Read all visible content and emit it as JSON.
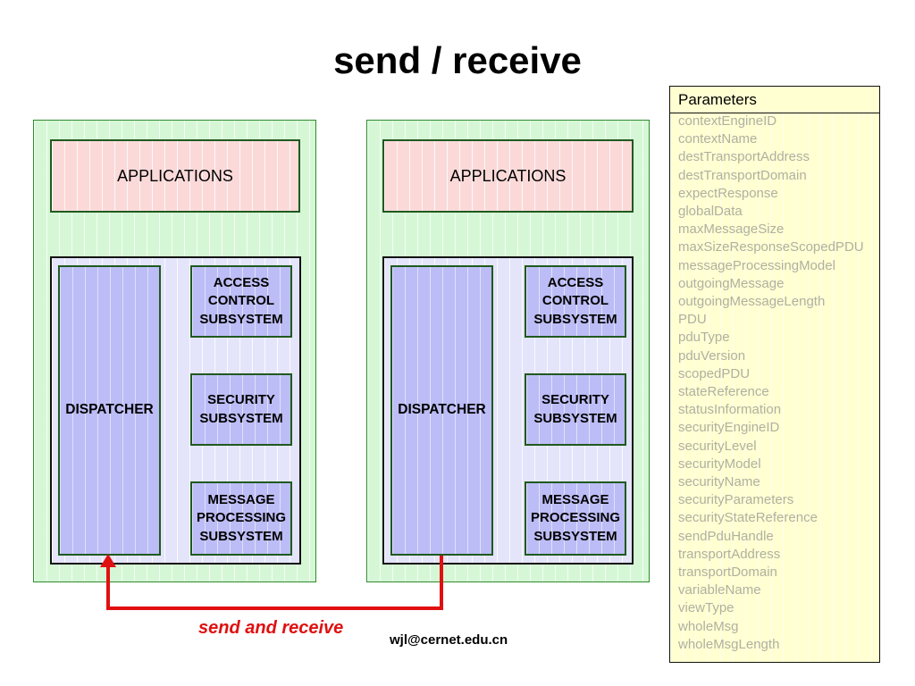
{
  "title": "send / receive",
  "engines": [
    {
      "applications": "APPLICATIONS",
      "dispatcher": "DISPATCHER",
      "access_control": "ACCESS\nCONTROL\nSUBSYSTEM",
      "security": "SECURITY\nSUBSYSTEM",
      "message_processing": "MESSAGE\nPROCESSING\nSUBSYSTEM"
    },
    {
      "applications": "APPLICATIONS",
      "dispatcher": "DISPATCHER",
      "access_control": "ACCESS\nCONTROL\nSUBSYSTEM",
      "security": "SECURITY\nSUBSYSTEM",
      "message_processing": "MESSAGE\nPROCESSING\nSUBSYSTEM"
    }
  ],
  "link": {
    "label": "send and receive",
    "color": "#e01010"
  },
  "parameters": {
    "header": "Parameters",
    "items": [
      "contextEngineID",
      "contextName",
      "destTransportAddress",
      "destTransportDomain",
      "expectResponse",
      "globalData",
      "maxMessageSize",
      "maxSizeResponseScopedPDU",
      "messageProcessingModel",
      "outgoingMessage",
      "outgoingMessageLength",
      "PDU",
      "pduType",
      "pduVersion",
      "scopedPDU",
      "stateReference",
      "statusInformation",
      "securityEngineID",
      "securityLevel",
      "securityModel",
      "securityName",
      "securityParameters",
      "securityStateReference",
      "sendPduHandle",
      "transportAddress",
      "transportDomain",
      "variableName",
      "viewType",
      "wholeMsg",
      "wholeMsgLength"
    ]
  },
  "footer": "wjl@cernet.edu.cn"
}
